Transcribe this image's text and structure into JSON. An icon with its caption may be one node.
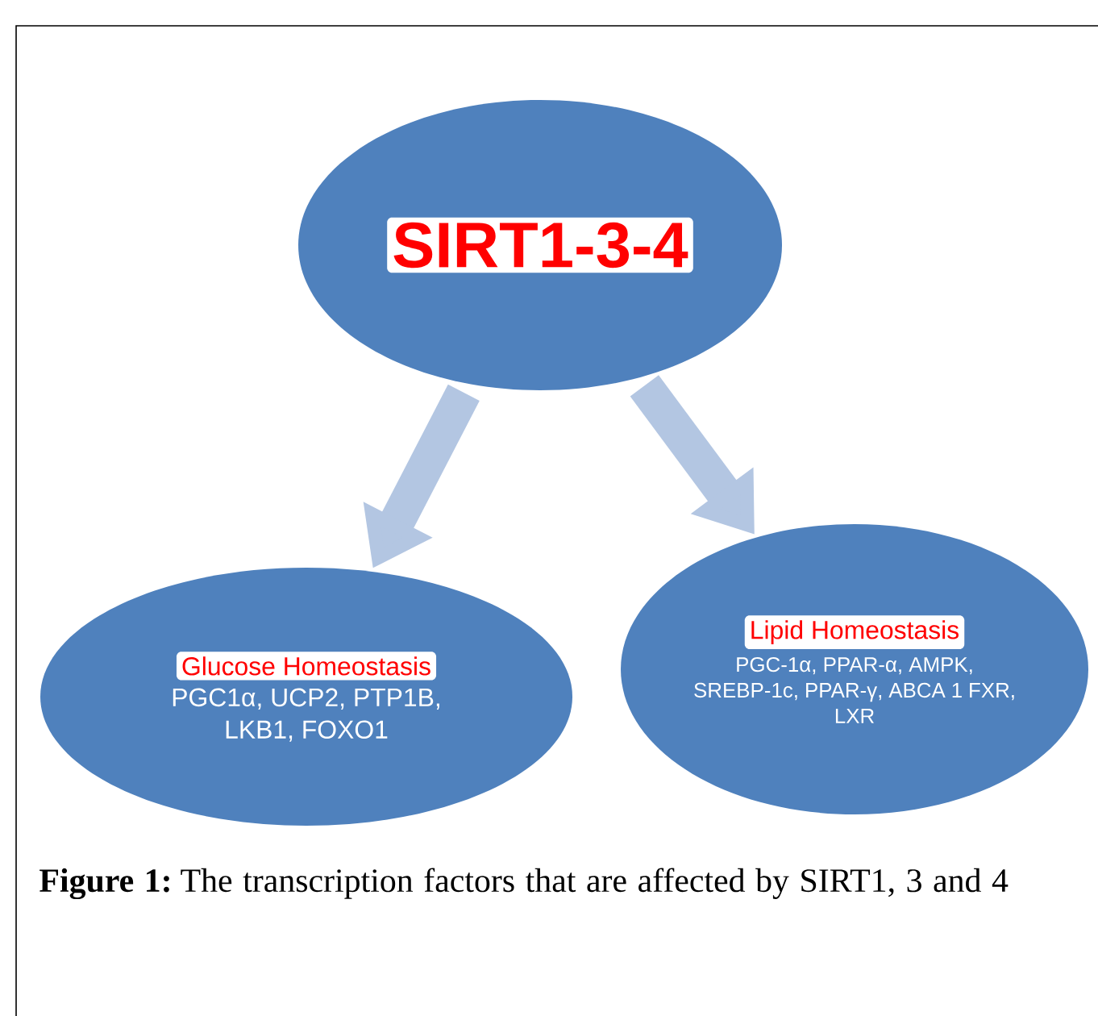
{
  "diagram": {
    "caption": "**Figure 1:** The transcription factors that are affected by SIRT1, 3 and 4",
    "nodes": [
      {
        "text": [
          "SIRT1-3-4"
        ]
      },
      {
        "text": [
          "Glucose Homeostasis",
          "PGC1α, UCP2, PTP1B, LKB1, FOXO1"
        ]
      },
      {
        "text": [
          "Lipid Homeostasis",
          "PGC-1α, PPAR-α, AMPK, SREBP-1c, PPAR-γ, ABCA 1 FXR, LXR"
        ]
      }
    ],
    "edges": [
      {
        "from": 0,
        "to": 1,
        "arrow": "to"
      },
      {
        "from": 0,
        "to": 2,
        "arrow": "to"
      }
    ]
  }
}
